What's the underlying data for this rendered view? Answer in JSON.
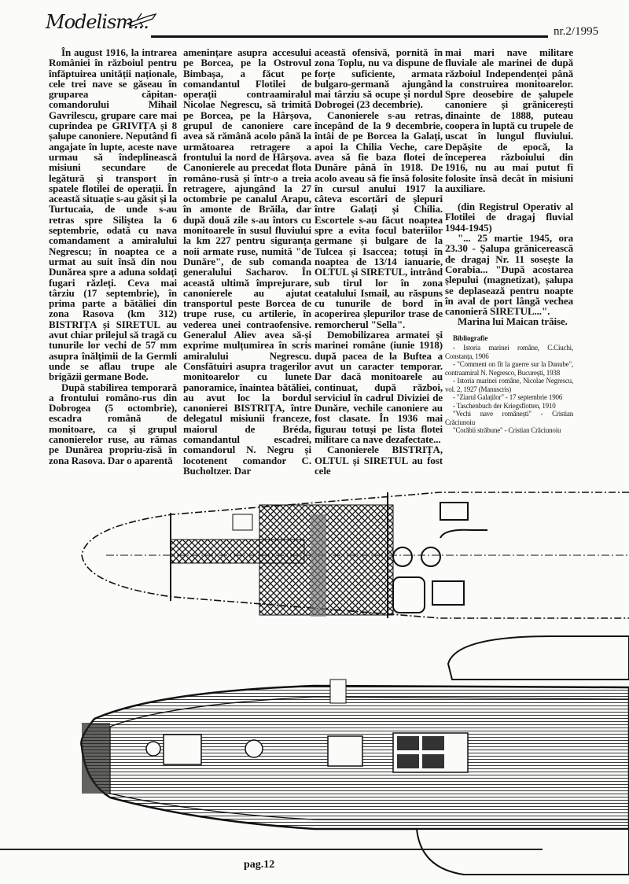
{
  "header": {
    "logo_text": "Modelism...",
    "issue": "nr.2/1995"
  },
  "columns": [
    {
      "paragraphs": [
        {
          "text": "În august 1916, la intrarea României în războiul pentru înfăptuirea unității naționale, cele trei nave se găseau în gruparea căpitan-comandorului Mihail Gavrilescu, grupare care mai cuprindea pe GRIVIȚA și 8 șalupe canoniere. Neputând fi angajate în lupte, aceste nave urmau să îndeplinească misiuni secundare de legătură și transport în spatele flotilei de operații. În această situație s-au găsit și la Turtucaia, de unde s-au retras spre Siliștea la 6 septembrie, odată cu nava comandament a amiralului Negrescu; în noaptea ce a urmat au suit însă din nou Dunărea spre a aduna soldați fugari răzleți. Ceva mai târziu (17 septembrie), în prima parte a bătăliei din zona Rasova (km 312) BISTRIȚA și SIRETUL au avut chiar prilejul să tragă cu tunurile lor vechi de 57 mm asupra înălțimii de la Germli unde se aflau trupe ale brigăzii germane Bode.",
          "cont": false
        },
        {
          "text": "După stabilirea temporară a frontului româno-rus din Dobrogea (5 octombrie), escadra română de monitoare, ca și grupul canonierelor ruse, au rămas pe Dunărea propriu-zisă în zona Rasova. Dar o aparentă",
          "cont": false
        }
      ]
    },
    {
      "paragraphs": [
        {
          "text": "amenințare asupra accesului pe Borcea, pe la Ostrovul Bimbașa, a făcut pe comandantul Flotilei de operații contraamiralul Nicolae Negrescu, să trimită pe Borcea, pe la Hârșova, grupul de canoniere care avea să rămână acolo până la următoarea retragere a frontului la nord de Hârșova. Canonierele au precedat flota româno-rusă și într-o a treia retragere, ajungând la 27 octombrie pe canalul Arapu, în amonte de Brăila, dar după două zile s-au întors cu monitoarele în susul fluviului la km 227 pentru siguranța noii armate ruse, numită \"de Dunăre\", de sub comanda generalului Sacharov. În această ultimă împrejurare, canonierele au ajutat transportul peste Borcea de trupe ruse, cu artilerie, în vederea unei contraofensive. Generalul Aliev avea să-și exprime mulțumirea în scris amiralului Negrescu. Consfătuiri asupra tragerilor monitoarelor cu lunete panoramice, înaintea bătăliei, au avut loc la bordul canonierei BISTRIȚA, între delegatul misiunii franceze, maiorul de Bréda, comandantul escadrei, comandorul N. Negru și locotenent comandor C. Bucholtzer. Dar",
          "cont": true
        }
      ]
    },
    {
      "paragraphs": [
        {
          "text": "această ofensivă, pornită în zona Toplu, nu va dispune de forțe suficiente, armata bulgaro-germană ajungând mai târziu să ocupe și nordul Dobrogei (23 decembrie).",
          "cont": true
        },
        {
          "text": "Canonierele s-au retras, începând de la 9 decembrie, întâi de pe Borcea la Galați, apoi la Chilia Veche, care avea să fie baza flotei de Dunăre până în 1918. De acolo aveau să fie însă folosite în cursul anului 1917 la câteva escortări de șlepuri între Galați și Chilia. Escortele s-au făcut noaptea spre a evita focul bateriilor germane și bulgare de la Tulcea și Isaccea; totuși în noaptea de 13/14 ianuarie, OLTUL și SIRETUL, intrând sub tirul lor în zona ceatalului Ismail, au răspuns cu tunurile de bord în acoperirea șlepurilor trase de remorcherul \"Sella\".",
          "cont": false
        },
        {
          "text": "Demobilizarea armatei și marinei române (iunie 1918) după pacea de la Buftea a avut un caracter temporar. Dar dacă monitoarele au continuat, după război, serviciul în cadrul Diviziei de Dunăre, vechile canoniere au fost clasate. În 1936 mai figurau totuși pe lista flotei militare ca nave dezafectate...",
          "cont": false
        },
        {
          "text": "Canonierele BISTRIȚA, OLTUL și SIRETUL au fost cele",
          "cont": false
        }
      ]
    },
    {
      "paragraphs": [
        {
          "text": "mai mari nave militare fluviale ale marinei de după războiul Independenței până la construirea monitoarelor. Spre deosebire de șalupele canoniere și grănicerești dinainte de 1888, puteau coopera în luptă cu trupele de uscat în lungul fluviului. Depășite de epocă, la începerea războiului din 1916, nu au mai putut fi folosite însă decât în misiuni auxiliare.",
          "cont": true
        },
        {
          "text": "(din Registrul Operativ al Flotilei de dragaj fluvial 1944-1945)",
          "cont": false,
          "src": true
        },
        {
          "text": "\"... 25 martie 1945, ora 23.30 - Șalupa grănicerească de dragaj Nr. 11 sosește la Corabia... \"După acostarea șlepului (magnetizat), șalupa se deplasează pentru noapte în aval de port lângă vechea canonieră SIRETUL...\".",
          "cont": false
        },
        {
          "text": "Marina lui Maican trăise.",
          "cont": false
        }
      ]
    }
  ],
  "bibliography": {
    "title": "Bibliografie",
    "items": [
      "- Istoria marinei române, C.Ciuchi, Constanța, 1906",
      "- \"Comment on fit la guerre sur la Danube\", contraamiral N. Negresco, București, 1938",
      "- Istoria marinei române, Nicolae Negrescu, vol. 2, 1927 (Manuscris)",
      "- \"Ziarul Galaților\" - 17 septembrie 1906",
      "- Taschenbuch der Kriegsflotten, 1910",
      "\"Vechi nave românești\" - Cristian Crăciunoiu",
      "\"Corăbii străbune\" - Cristian Crăciunoiu"
    ]
  },
  "footer": {
    "page": "pag.12"
  }
}
